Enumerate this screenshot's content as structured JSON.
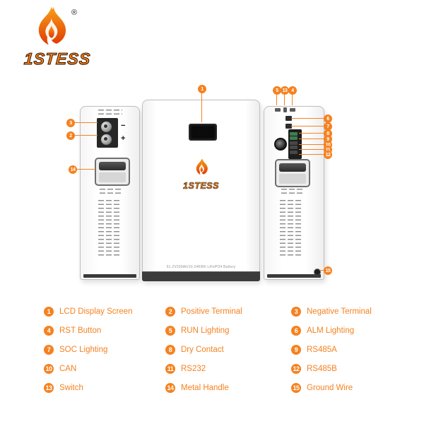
{
  "brand": {
    "name": "1STESS",
    "registered": "®"
  },
  "device": {
    "front_brand": "1STESS",
    "model_text": "51.2V200Ah/10.24KWh LiFePO4 Battery",
    "terminal_negative": "−",
    "terminal_positive": "+"
  },
  "legend": {
    "items": [
      {
        "num": "1",
        "label": "LCD Display Screen"
      },
      {
        "num": "2",
        "label": "Positive Terminal"
      },
      {
        "num": "3",
        "label": "Negative Terminal"
      },
      {
        "num": "4",
        "label": "RST Button"
      },
      {
        "num": "5",
        "label": "RUN Lighting"
      },
      {
        "num": "6",
        "label": "ALM Lighting"
      },
      {
        "num": "7",
        "label": "SOC Lighting"
      },
      {
        "num": "8",
        "label": "Dry Contact"
      },
      {
        "num": "9",
        "label": "RS485A"
      },
      {
        "num": "10",
        "label": "CAN"
      },
      {
        "num": "11",
        "label": "RS232"
      },
      {
        "num": "12",
        "label": "RS485B"
      },
      {
        "num": "13",
        "label": "Switch"
      },
      {
        "num": "14",
        "label": "Metal Handle"
      },
      {
        "num": "15",
        "label": "Ground Wire"
      }
    ]
  },
  "colors": {
    "accent": "#F58220",
    "flame_top": "#F9A11B",
    "flame_bottom": "#E03A00",
    "panel_border": "#BFBFBF",
    "base_band": "#3B3B3B"
  }
}
